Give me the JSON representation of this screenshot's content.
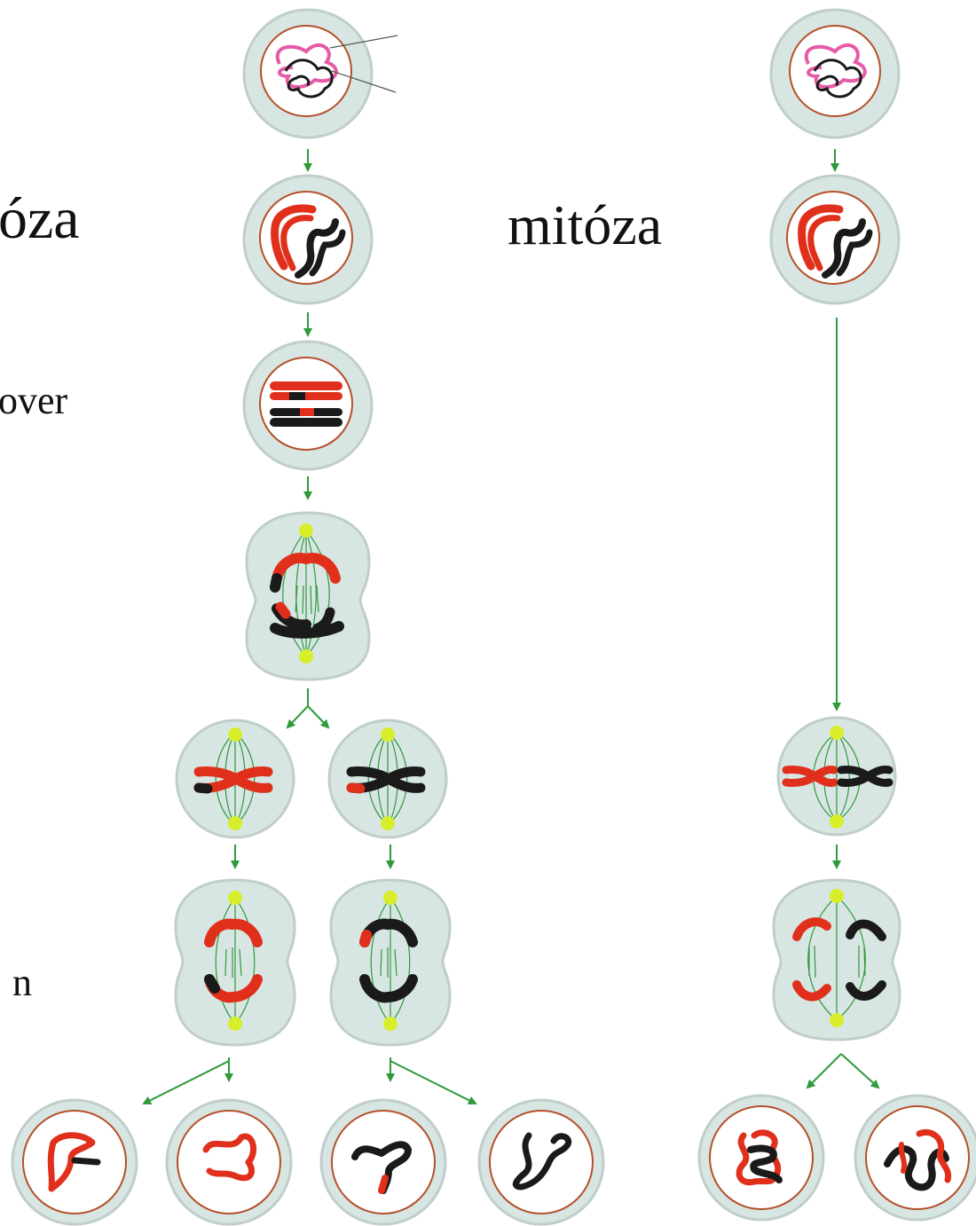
{
  "labels": {
    "meiosis_title_fragment": "óza",
    "crossover_fragment": "over",
    "n_fragment": "n",
    "mitosis_title": "mitóza"
  },
  "colors": {
    "maternal": "#e0301c",
    "paternal": "#1a1a1a",
    "interphase_strand": "#e65aa8",
    "cell_fill": "#d7e6e3",
    "cell_outline": "#c0cecb",
    "nucleus_outline": "#b5502a",
    "spindle": "#2f9a3a",
    "centrosome": "#d8ee2a",
    "arrow": "#2f9a3a",
    "pointer": "#555555"
  },
  "columns": {
    "meiosis": [
      "interphase",
      "prophase-condensation",
      "crossing-over",
      "meiosis-I-anaphase",
      "meiosis-II-metaphase",
      "meiosis-II-anaphase",
      "haploid-products"
    ],
    "mitosis": [
      "interphase",
      "prophase-condensation",
      "metaphase",
      "anaphase",
      "daughter-cells"
    ]
  }
}
